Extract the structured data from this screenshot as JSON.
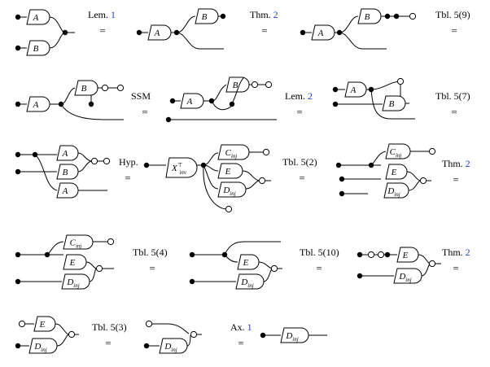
{
  "steps": [
    {
      "prefix": "Lem. ",
      "ref": "1"
    },
    {
      "prefix": "Thm. ",
      "ref": "2"
    },
    {
      "prefix": "Tbl. ",
      "ref": "",
      "suffix": "5(9)"
    },
    {
      "prefix": "SSM",
      "ref": ""
    },
    {
      "prefix": "Lem. ",
      "ref": "2"
    },
    {
      "prefix": "Tbl. ",
      "ref": "",
      "suffix": "5(7)"
    },
    {
      "prefix": "Hyp.",
      "ref": ""
    },
    {
      "prefix": "Tbl. ",
      "ref": "",
      "suffix": "5(2)"
    },
    {
      "prefix": "Thm. ",
      "ref": "2"
    },
    {
      "prefix": "Tbl. ",
      "ref": "",
      "suffix": "5(4)"
    },
    {
      "prefix": "Tbl. ",
      "ref": "",
      "suffix": "5(10)"
    },
    {
      "prefix": "Thm. ",
      "ref": "2"
    },
    {
      "prefix": "Tbl. ",
      "ref": "",
      "suffix": "5(3)"
    },
    {
      "prefix": "Ax. ",
      "ref": "1"
    }
  ],
  "equals_sign": "=",
  "gates": {
    "A": "A",
    "B": "B",
    "E": "E",
    "C": "C",
    "D": "D",
    "X": "X",
    "inj": "inj",
    "inv": "inv",
    "T": "⊤"
  },
  "colors": {
    "reference": "#1f3fb8",
    "ink": "#000000"
  }
}
